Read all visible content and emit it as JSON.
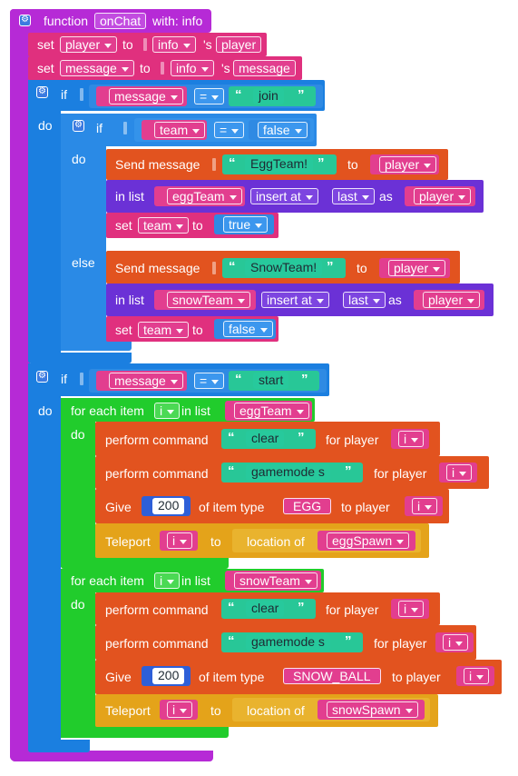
{
  "colors": {
    "function": "#b62ad6",
    "variable_set": "#e0307e",
    "variable": "#e23e8f",
    "if": "#1b7fe0",
    "logic": "#2f8ae3",
    "text": "#28c797",
    "send": "#e2531f",
    "list": "#6b31d6",
    "loop": "#21cc2c",
    "teleport": "#e4a31a",
    "number": "#2e5fd8"
  },
  "icons": {
    "gear": "gear-icon",
    "dropdown": "dropdown-caret-icon"
  },
  "function": {
    "keyword": "function",
    "name": "onChat",
    "with": "with: info"
  },
  "setPlayer": {
    "set": "set",
    "var": "player",
    "to": "to",
    "src": "info",
    "poss": "'s",
    "prop": "player"
  },
  "setMessage": {
    "set": "set",
    "var": "message",
    "to": "to",
    "src": "info",
    "poss": "'s",
    "prop": "message"
  },
  "if1": {
    "kw": "if",
    "do": "do",
    "var": "message",
    "op": "=",
    "value": "join",
    "if2": {
      "kw": "if",
      "do": "do",
      "else": "else",
      "var": "team",
      "op": "=",
      "value": "false",
      "thenSend": {
        "label": "Send message",
        "msg": "EggTeam!",
        "to": "to",
        "player": "player"
      },
      "thenList": {
        "inlist": "in list",
        "list": "eggTeam",
        "insert": "insert at",
        "pos": "last",
        "as": "as",
        "item": "player"
      },
      "thenSet": {
        "set": "set",
        "var": "team",
        "to": "to",
        "val": "true"
      },
      "elseSend": {
        "label": "Send message",
        "msg": "SnowTeam!",
        "to": "to",
        "player": "player"
      },
      "elseList": {
        "inlist": "in list",
        "list": "snowTeam",
        "insert": "insert at",
        "pos": "last",
        "as": "as",
        "item": "player"
      },
      "elseSet": {
        "set": "set",
        "var": "team",
        "to": "to",
        "val": "false"
      }
    }
  },
  "if3": {
    "kw": "if",
    "do": "do",
    "var": "message",
    "op": "=",
    "value": "start",
    "loop1": {
      "foreach": "for each item",
      "item": "i",
      "inlist": "in list",
      "list": "eggTeam",
      "do": "do",
      "cmd1": {
        "label": "perform command",
        "cmd": "clear",
        "for": "for player",
        "p": "i"
      },
      "cmd2": {
        "label": "perform command",
        "cmd": "gamemode s",
        "for": "for player",
        "p": "i"
      },
      "give": {
        "label": "Give",
        "amount": "200",
        "oft": "of item type",
        "type": "EGG",
        "to": "to player",
        "p": "i"
      },
      "tp": {
        "label": "Teleport",
        "p": "i",
        "to": "to",
        "loc": "location of",
        "spawn": "eggSpawn"
      }
    },
    "loop2": {
      "foreach": "for each item",
      "item": "i",
      "inlist": "in list",
      "list": "snowTeam",
      "do": "do",
      "cmd1": {
        "label": "perform command",
        "cmd": "clear",
        "for": "for player",
        "p": "i"
      },
      "cmd2": {
        "label": "perform command",
        "cmd": "gamemode s",
        "for": "for player",
        "p": "i"
      },
      "give": {
        "label": "Give",
        "amount": "200",
        "oft": "of item type",
        "type": "SNOW_BALL",
        "to": "to player",
        "p": "i"
      },
      "tp": {
        "label": "Teleport",
        "p": "i",
        "to": "to",
        "loc": "location of",
        "spawn": "snowSpawn"
      }
    }
  }
}
